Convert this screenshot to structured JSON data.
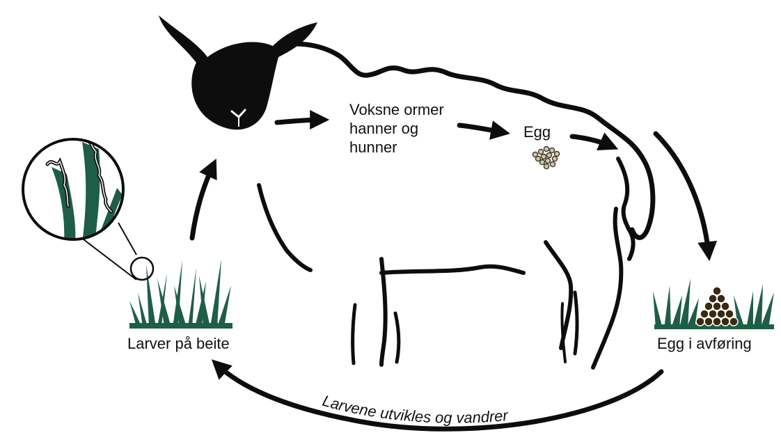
{
  "labels": {
    "adult_worms": [
      "Voksne ormer",
      "hanner og",
      "hunner"
    ],
    "egg": "Egg",
    "larvae_on_pasture": "Larver på beite",
    "eggs_in_feces": "Egg i avføring",
    "larvae_develop_migrate": "Larvene utvikles og vandrer"
  },
  "colors": {
    "ink": "#0d0d0d",
    "grass": "#1f5e46",
    "egg_fill": "#d9c99a",
    "feces": "#3a2a12"
  },
  "icons": [
    "sheep-silhouette",
    "arrow-icon",
    "grass-icon",
    "magnifier-circle",
    "larva-icon",
    "egg-cluster-icon",
    "feces-pile-icon"
  ]
}
